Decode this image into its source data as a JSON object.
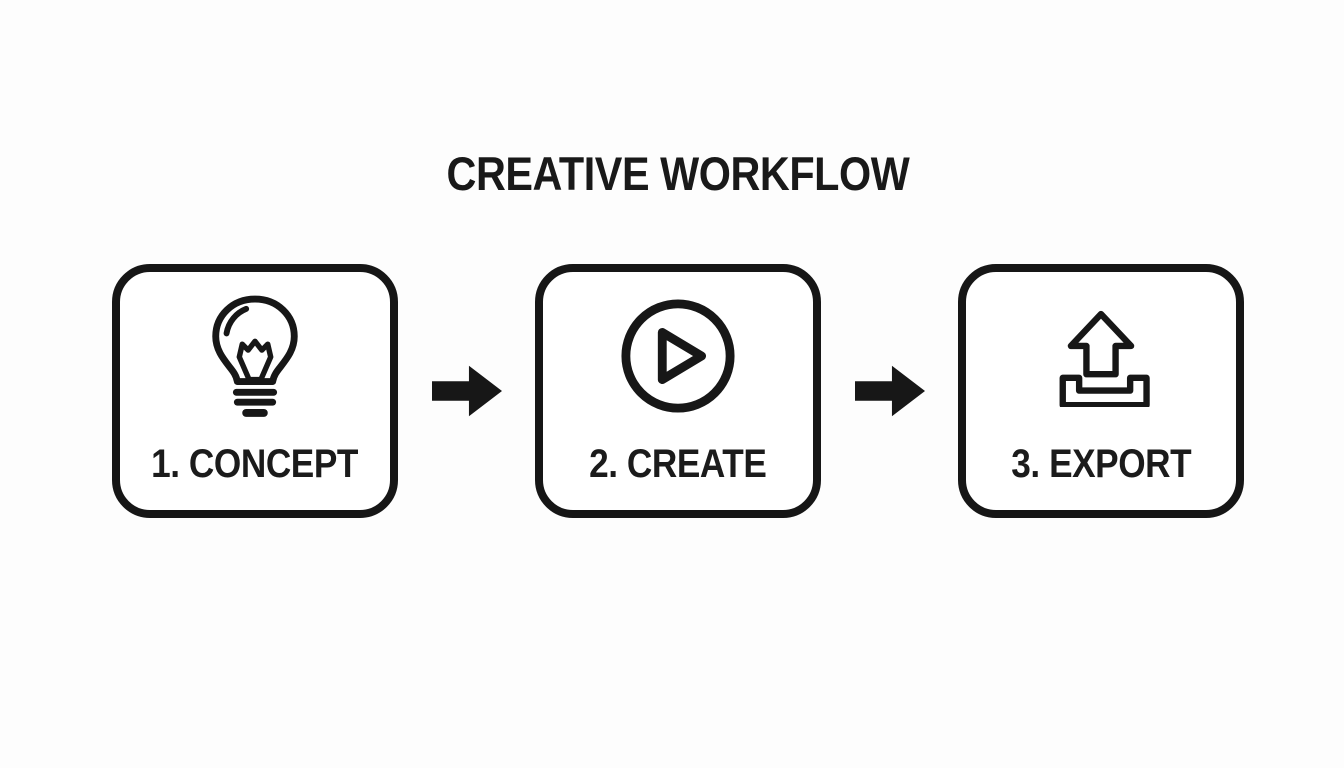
{
  "title": "CREATIVE WORKFLOW",
  "workflow": {
    "steps": [
      {
        "label": "1. CONCEPT",
        "icon": "lightbulb-icon"
      },
      {
        "label": "2. CREATE",
        "icon": "play-icon"
      },
      {
        "label": "3. EXPORT",
        "icon": "upload-icon"
      }
    ],
    "connector": {
      "icon": "arrow-right-icon",
      "direction": "right"
    }
  },
  "colors": {
    "background": "#fdfdfd",
    "ink": "#171717",
    "card_background": "#ffffff"
  }
}
